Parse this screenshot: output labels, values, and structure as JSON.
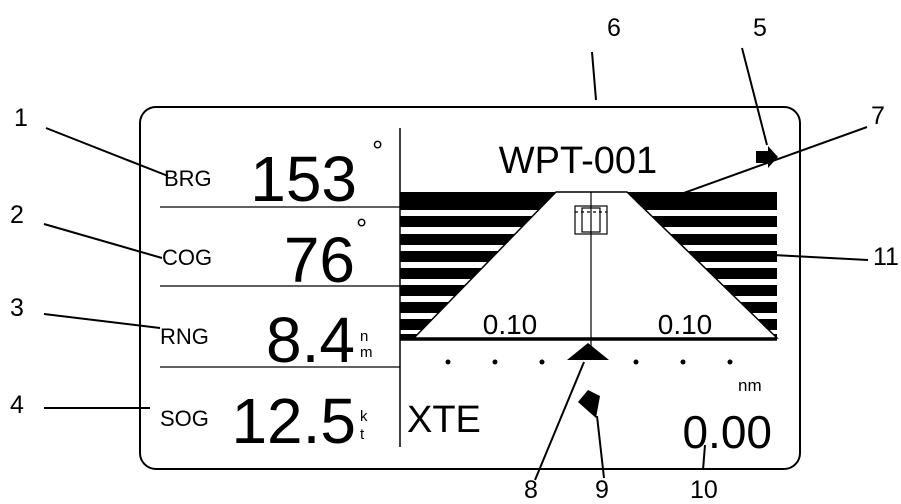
{
  "callouts": [
    "1",
    "2",
    "3",
    "4",
    "5",
    "6",
    "7",
    "8",
    "9",
    "10",
    "11"
  ],
  "rows": [
    {
      "label": "BRG",
      "value": "153",
      "unit": "°"
    },
    {
      "label": "COG",
      "value": "76",
      "unit": "°"
    },
    {
      "label": "RNG",
      "value": "8.4",
      "unit_top": "n",
      "unit_bottom": "m"
    },
    {
      "label": "SOG",
      "value": "12.5",
      "unit_top": "k",
      "unit_bottom": "t"
    }
  ],
  "waypoint": "WPT-001",
  "scale_left": "0.10",
  "scale_right": "0.10",
  "xte": {
    "label": "XTE",
    "value": "0.00",
    "unit": "nm"
  },
  "icons": {
    "arrow": "arrow-right-icon",
    "ship": "ship-icon",
    "course_marker": "triangle-marker-icon",
    "waypoint_box": "waypoint-box-icon"
  }
}
